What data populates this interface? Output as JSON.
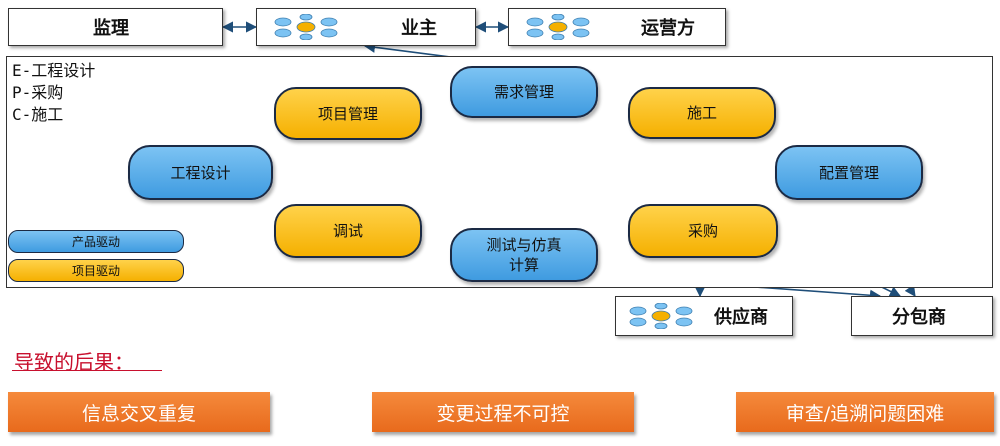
{
  "external": {
    "supervisor": "监理",
    "owner": "业主",
    "operator": "运营方",
    "supplier": "供应商",
    "subcontractor": "分包商"
  },
  "epc_legend": [
    "E-工程设计",
    "P-采购",
    "C-施工"
  ],
  "nodes": {
    "requirements": "需求管理",
    "project_mgmt": "项目管理",
    "construction": "施工",
    "engineering_design": "工程设计",
    "config_mgmt": "配置管理",
    "commissioning": "调试",
    "test_sim": "测试与仿真计算",
    "procurement": "采购"
  },
  "legend": {
    "product_driven": "产品驱动",
    "project_driven": "项目驱动"
  },
  "colors": {
    "product_driven": "#4aa3e6",
    "project_driven": "#f7b500",
    "consequence": "#e8742a",
    "heading": "#c8102e",
    "arrow": "#1f4e79"
  },
  "consequences": {
    "title": "导致的后果：",
    "items": [
      "信息交叉重复",
      "变更过程不可控",
      "审查/追溯问题困难"
    ]
  }
}
